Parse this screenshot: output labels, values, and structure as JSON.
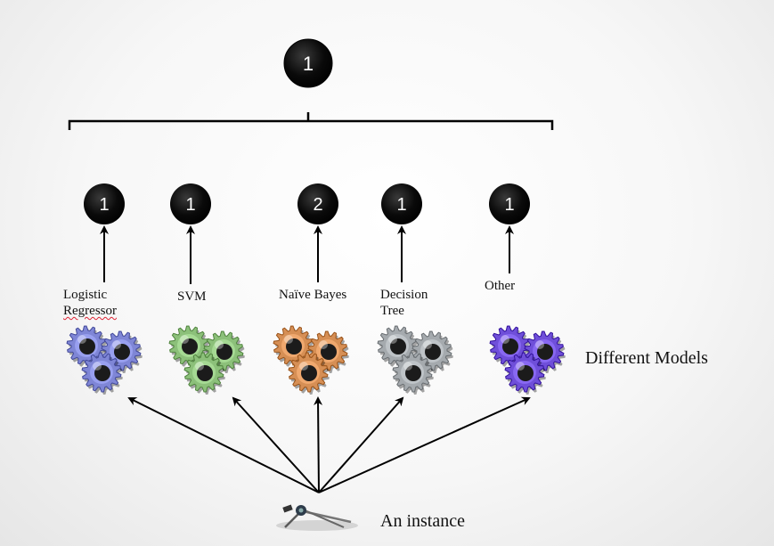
{
  "final_vote": {
    "label": "1"
  },
  "models": [
    {
      "id": "logistic",
      "vote": "1",
      "name_lines": [
        "Logistic",
        "Regressor"
      ],
      "gear_color": "#7f86d6"
    },
    {
      "id": "svm",
      "vote": "1",
      "name_lines": [
        "SVM"
      ],
      "gear_color": "#8cc07a"
    },
    {
      "id": "naive-bayes",
      "vote": "2",
      "name_lines": [
        "Naïve Bayes"
      ],
      "gear_color": "#d68f55"
    },
    {
      "id": "decision-tree",
      "vote": "1",
      "name_lines": [
        "Decision",
        "Tree"
      ],
      "gear_color": "#a5aaae"
    },
    {
      "id": "other",
      "vote": "1",
      "name_lines": [
        "Other"
      ],
      "gear_color": "#6f4fd9"
    }
  ],
  "labels": {
    "different_models": "Different Models",
    "an_instance": "An instance"
  },
  "icons": {
    "instance": "compass-icon",
    "model": "gears-icon"
  }
}
